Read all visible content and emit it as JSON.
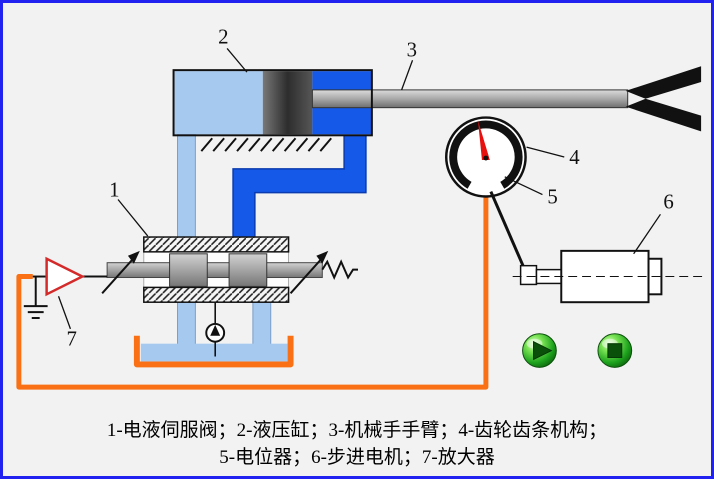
{
  "window": {
    "background": "#f2f2f2",
    "frame_color": "#2222f0"
  },
  "part_labels": {
    "servo_valve": "1",
    "hydraulic_cylinder": "2",
    "manipulator_arm": "3",
    "rack_pinion": "4",
    "potentiometer": "5",
    "stepper_motor": "6",
    "amplifier": "7"
  },
  "caption": {
    "line1": "1-电液伺服阀；2-液压缸；3-机械手手臂；4-齿轮齿条机构；",
    "line2": "5-电位器；6-步进电机；7-放大器"
  },
  "controls": {
    "play_label": "play",
    "stop_label": "stop"
  },
  "colors": {
    "fluid_light": "#a6c9f0",
    "fluid_dark": "#1559e8",
    "wire_orange": "#f97114",
    "needle_red": "#e80f0f",
    "amplifier_red": "#d42a2a",
    "button_green": "#1da21d"
  }
}
